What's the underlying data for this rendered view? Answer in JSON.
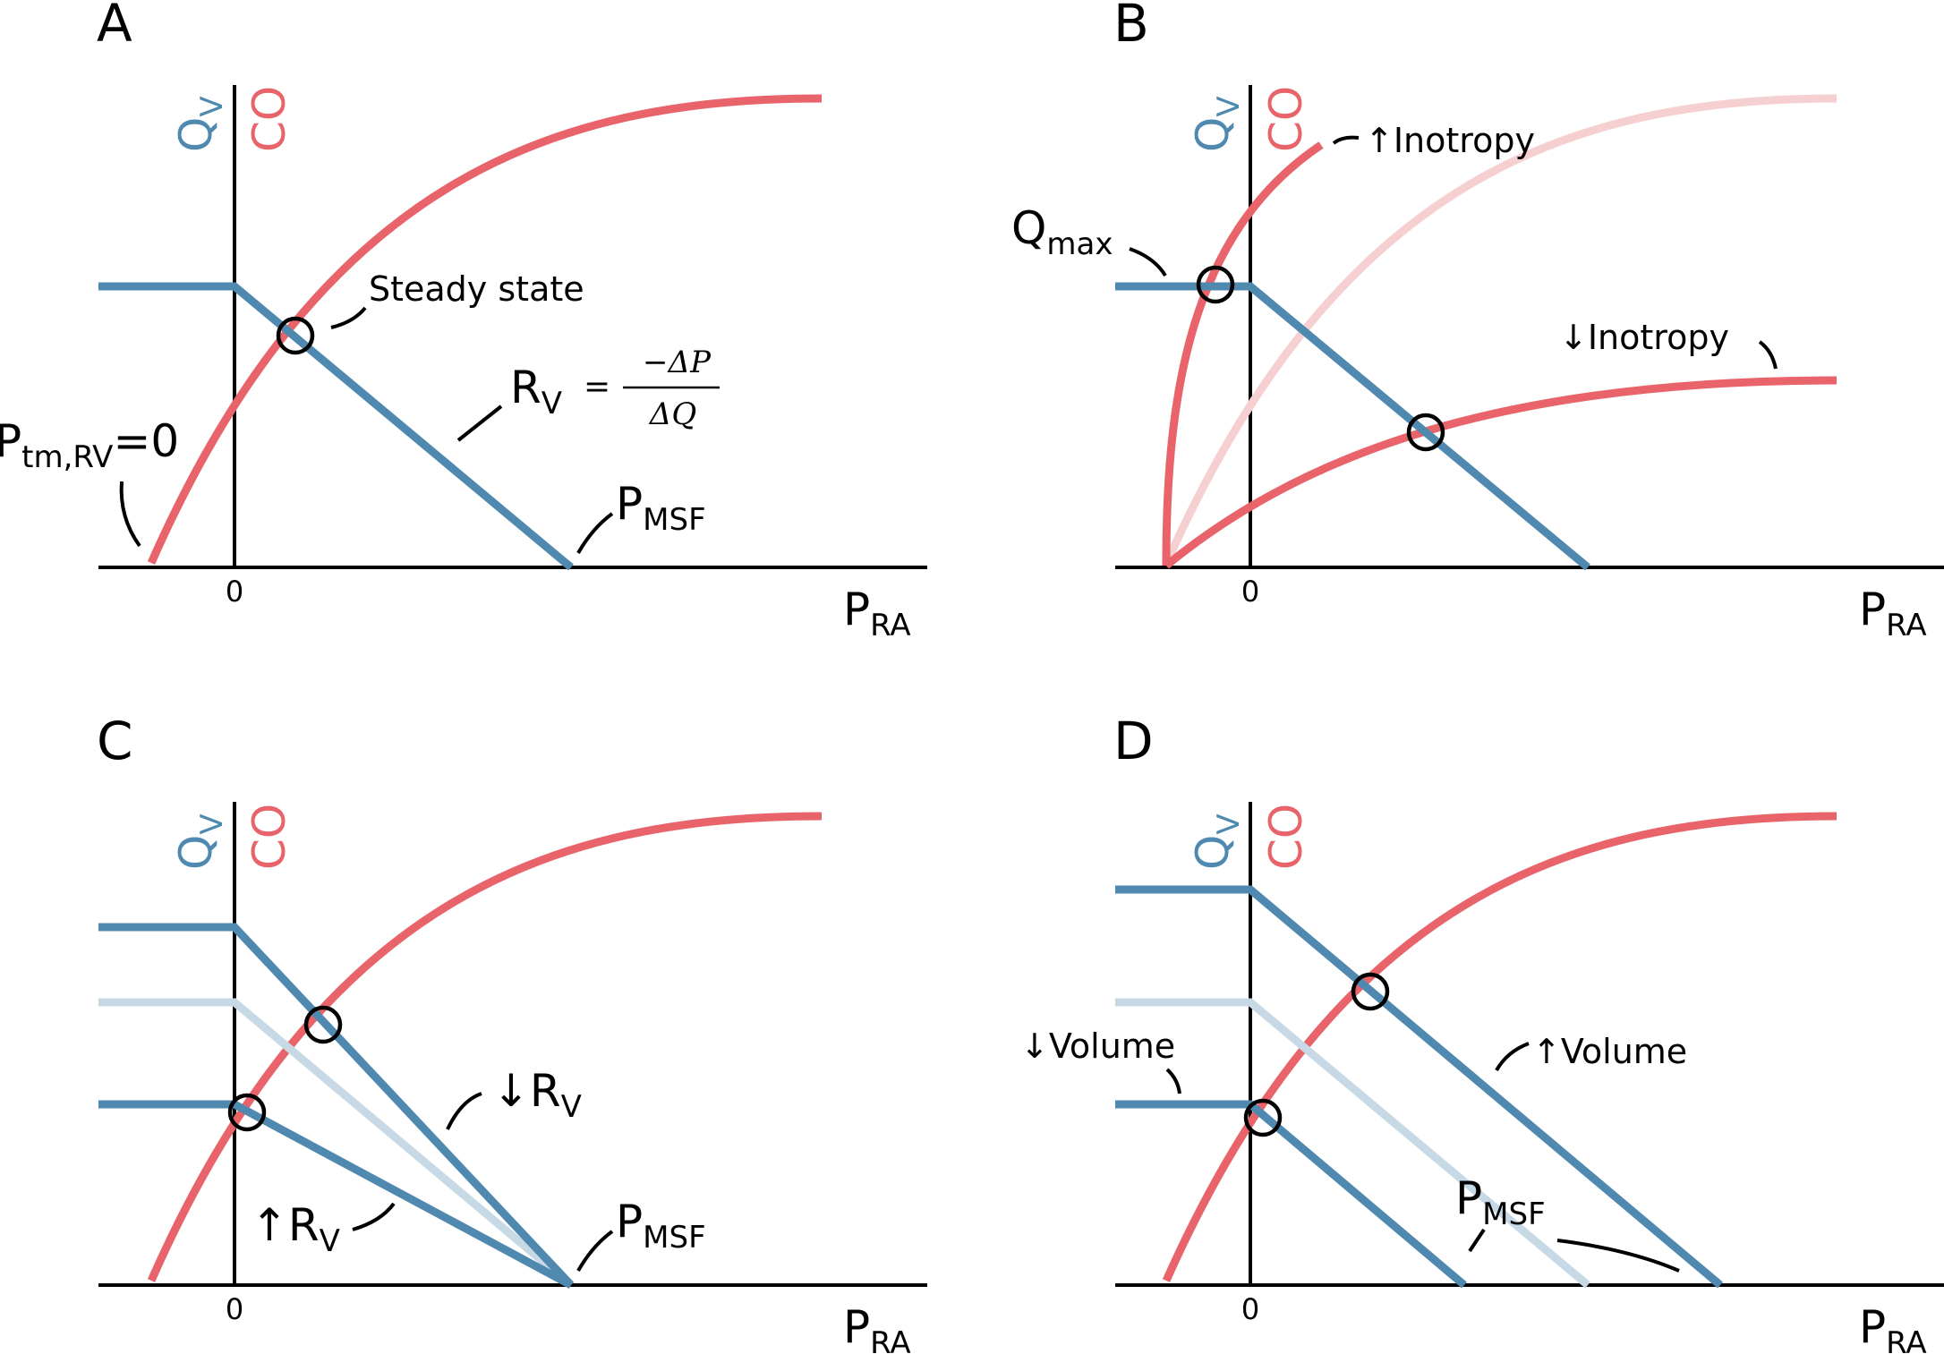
{
  "colors": {
    "venous": "#5089b0",
    "venous_faded": "#c8d9e6",
    "cardiac": "#e8646a",
    "cardiac_faded": "#f6cfd0",
    "axis": "#000000"
  },
  "y_labels": {
    "venous": "Q",
    "venous_sub": "V",
    "cardiac": "CO"
  },
  "x_axis": {
    "label": "P",
    "label_sub": "RA",
    "zero_tick": "0"
  },
  "panels": [
    {
      "id": "A",
      "letter": "A",
      "annotations": {
        "steady_state": "Steady state",
        "rv": "R",
        "rv_sub": "V",
        "formula_eq": "=",
        "formula_num": "−ΔP",
        "formula_den": "ΔQ",
        "ptm": "P",
        "ptm_sub": "tm,RV",
        "ptm_tail": "=0",
        "pmsf": "P",
        "pmsf_sub": "MSF"
      }
    },
    {
      "id": "B",
      "letter": "B",
      "annotations": {
        "qmax": "Q",
        "qmax_sub": "max",
        "up_inotropy": "↑Inotropy",
        "down_inotropy": "↓Inotropy"
      }
    },
    {
      "id": "C",
      "letter": "C",
      "annotations": {
        "down_rv": "↓R",
        "down_rv_sub": "V",
        "up_rv": "↑R",
        "up_rv_sub": "V",
        "pmsf": "P",
        "pmsf_sub": "MSF"
      }
    },
    {
      "id": "D",
      "letter": "D",
      "annotations": {
        "down_volume": "↓Volume",
        "up_volume": "↑Volume",
        "pmsf": "P",
        "pmsf_sub": "MSF"
      }
    }
  ]
}
